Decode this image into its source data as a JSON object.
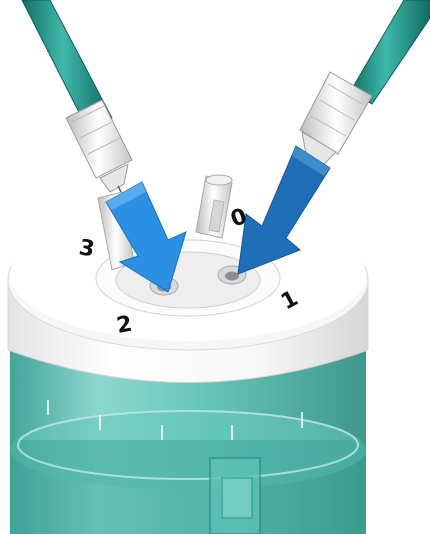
{
  "ports": [
    {
      "id": "port-1",
      "label": "1"
    },
    {
      "id": "port-2",
      "label": "2"
    },
    {
      "id": "port-3",
      "label": "3"
    },
    {
      "id": "port-0",
      "label": "0"
    }
  ],
  "arrows": [
    {
      "id": "light-arrow",
      "target_port": "2",
      "color": "#2b8fe3"
    },
    {
      "id": "dark-arrow",
      "target_port": "1",
      "color": "#1f6fb8"
    }
  ],
  "colors": {
    "tubing": "#1e9a90",
    "tubing_dark": "#137067",
    "connector": "#ececec",
    "lid": "#ffffff",
    "vessel": "#4fb9ad",
    "vessel_dark": "#2e8a80"
  }
}
